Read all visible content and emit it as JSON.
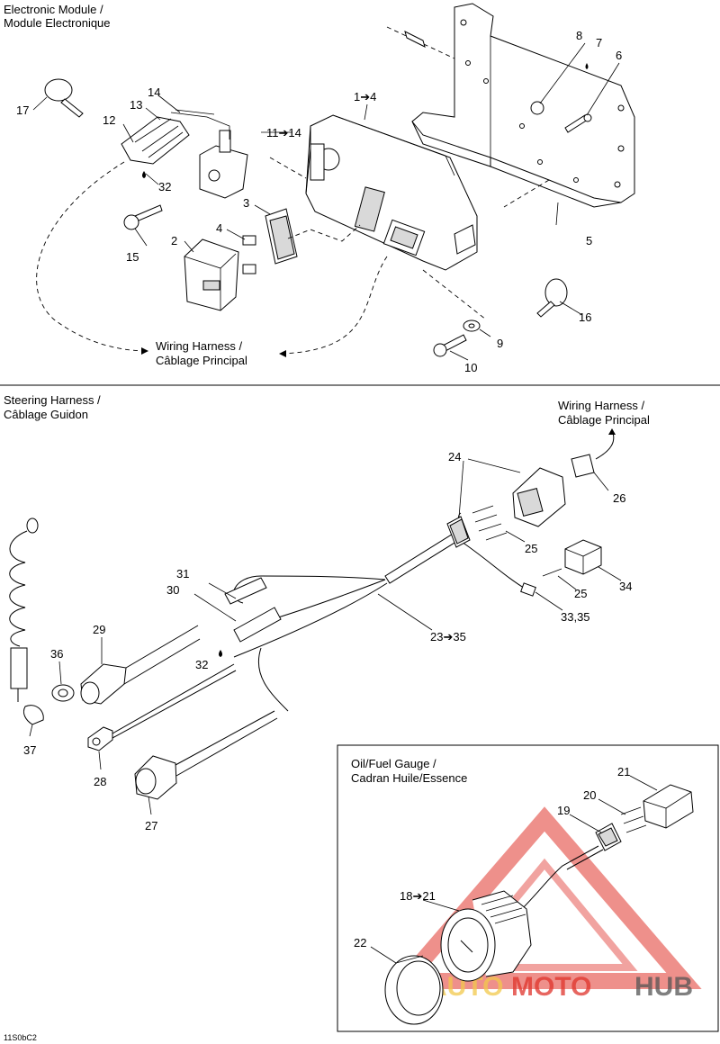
{
  "sections": {
    "top": {
      "title_line1": "Electronic Module /",
      "title_line2": "Module Electronique"
    },
    "steering": {
      "title_line1": "Steering Harness /",
      "title_line2": "Câblage Guidon"
    },
    "gauge": {
      "title_line1": "Oil/Fuel Gauge /",
      "title_line2": "Cadran Huile/Essence"
    }
  },
  "callouts": {
    "wiring_harness_top": {
      "line1": "Wiring Harness /",
      "line2": "Câblage Principal"
    },
    "wiring_harness_mid": {
      "line1": "Wiring Harness /",
      "line2": "Câblage Principal"
    }
  },
  "part_numbers": {
    "p1_4": "1➔4",
    "p2": "2",
    "p3": "3",
    "p4": "4",
    "p5": "5",
    "p6": "6",
    "p7": "7",
    "p8": "8",
    "p9": "9",
    "p10": "10",
    "p11_14": "11➔14",
    "p12": "12",
    "p13": "13",
    "p14": "14",
    "p15": "15",
    "p16": "16",
    "p17": "17",
    "p32_top": "32",
    "p18_21": "18➔21",
    "p19": "19",
    "p20": "20",
    "p21": "21",
    "p22": "22",
    "p23_35": "23➔35",
    "p24": "24",
    "p25a": "25",
    "p25b": "25",
    "p26": "26",
    "p27": "27",
    "p28": "28",
    "p29": "29",
    "p30": "30",
    "p31": "31",
    "p32_mid": "32",
    "p33_35": "33,35",
    "p34": "34",
    "p36": "36",
    "p37": "37"
  },
  "footer_code": "11S0bC2",
  "watermark": {
    "part1": "AUTO",
    "part2": "MOTO",
    "part3": "HUB",
    "color_red": "#e0342c",
    "color_yellow": "#f2c94c",
    "color_gray": "#555555"
  }
}
